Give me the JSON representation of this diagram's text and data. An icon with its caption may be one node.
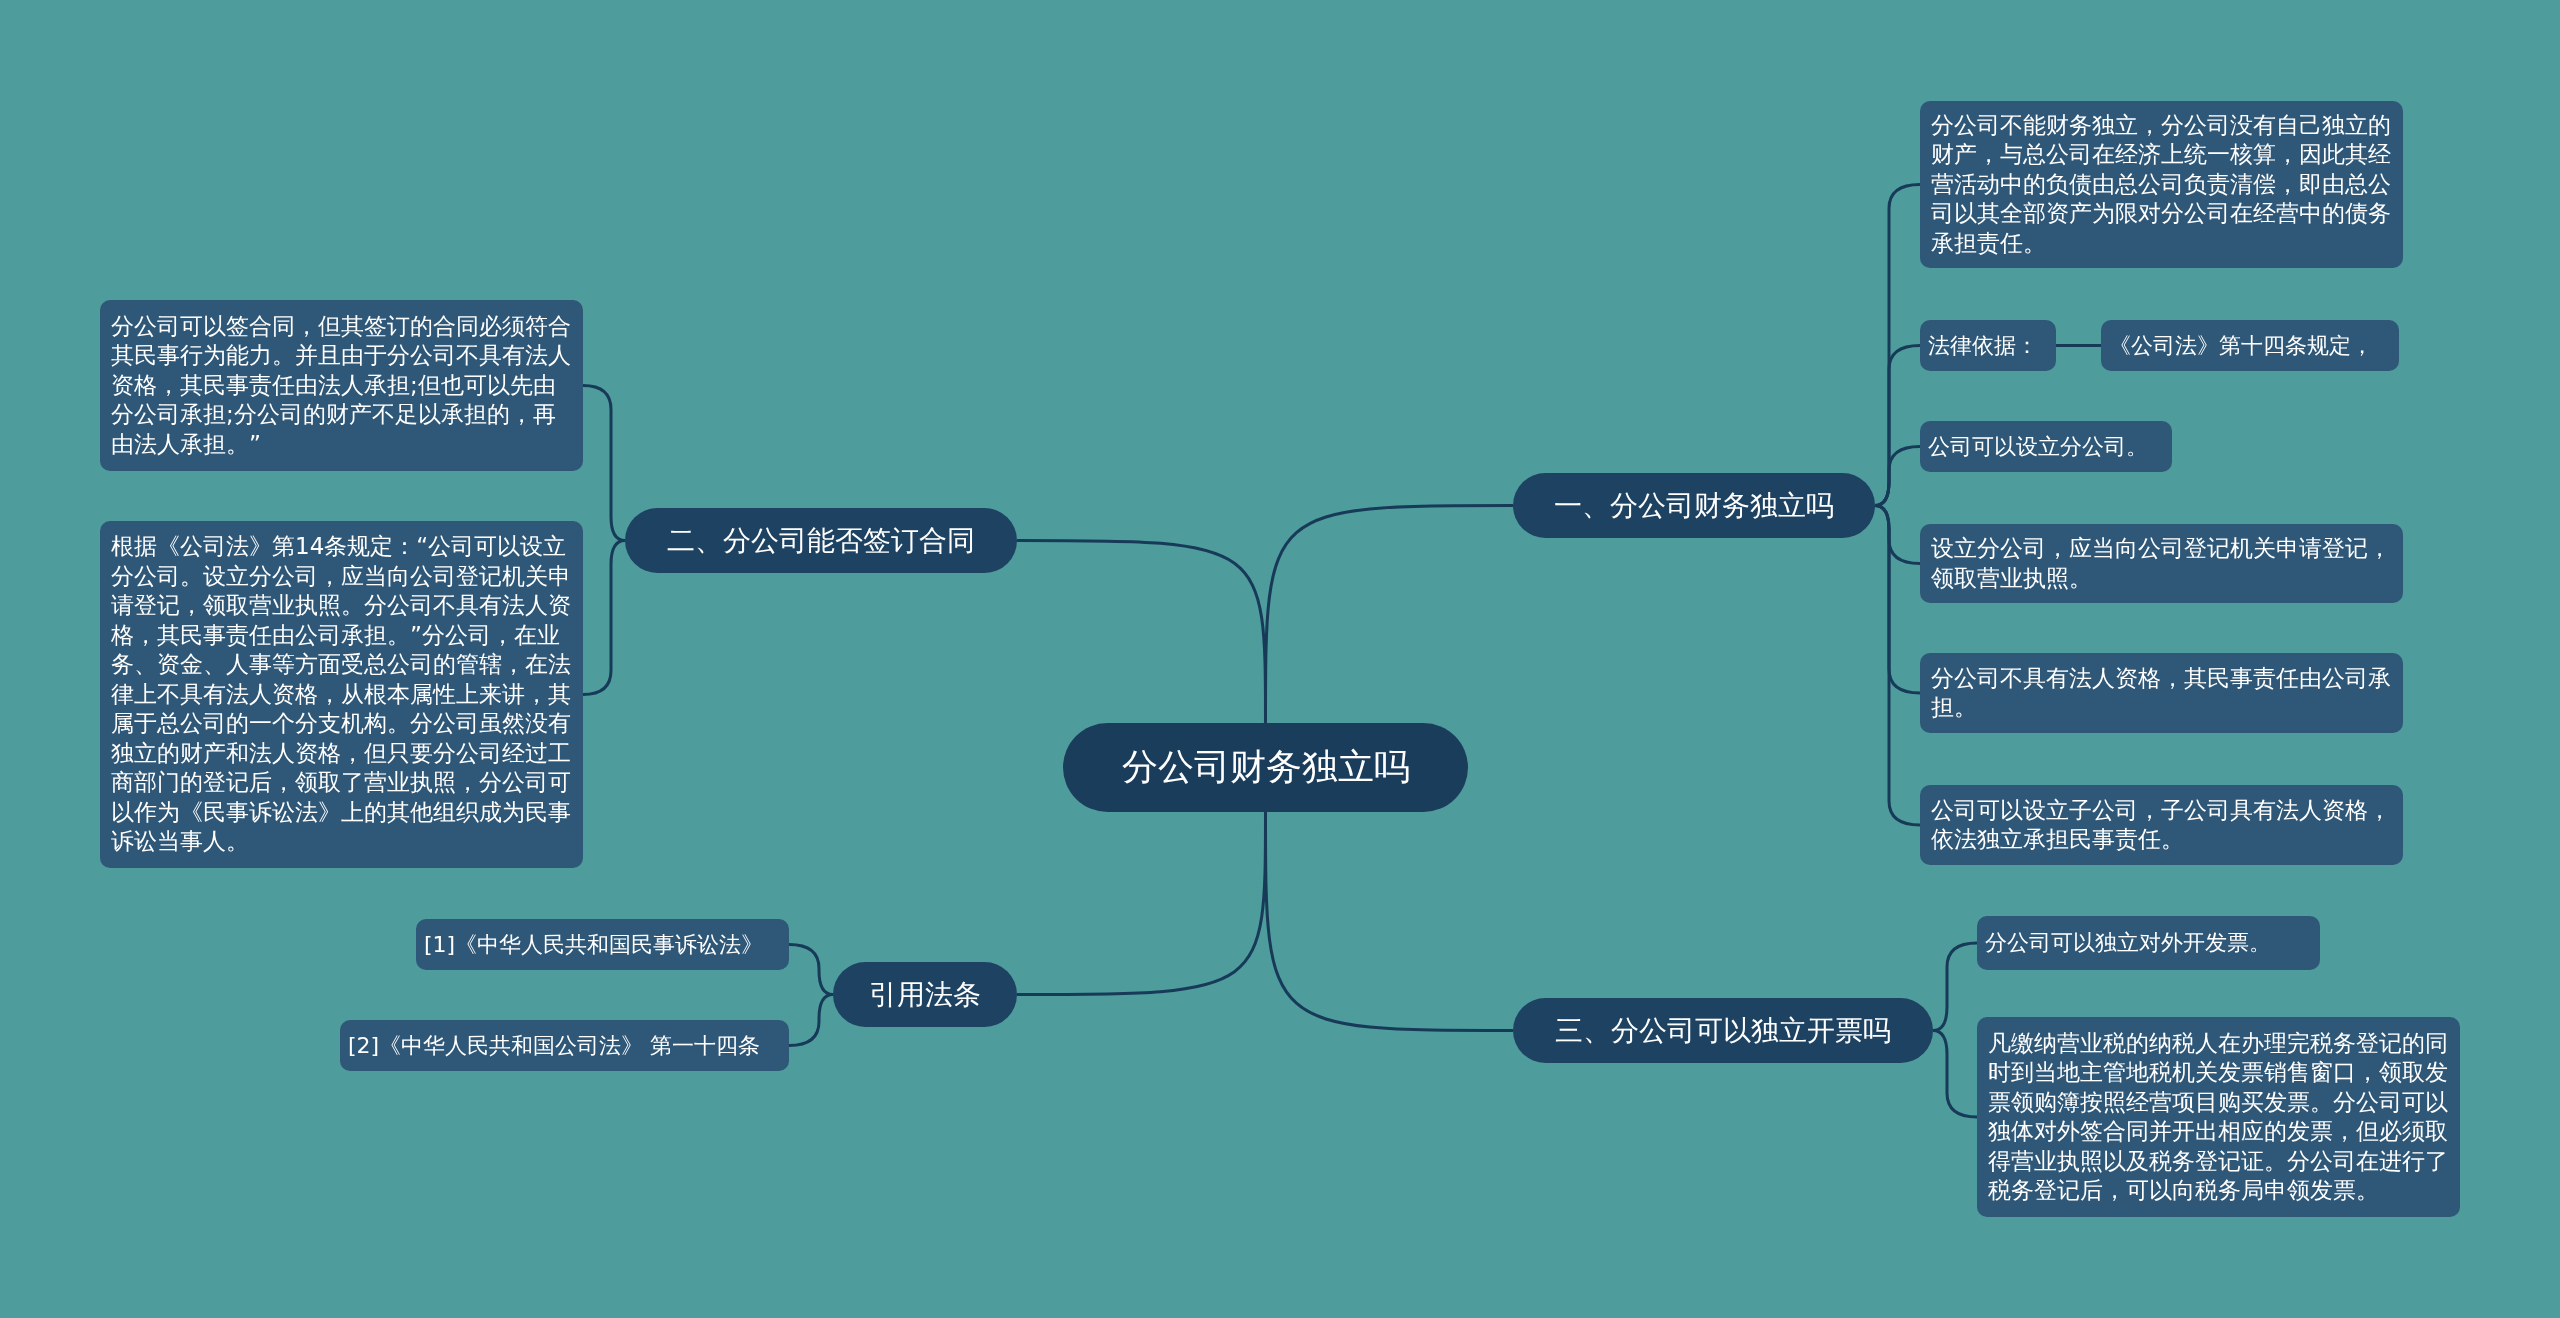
{
  "diagram": {
    "nodes": [
      {
        "text": [
          "分公司财务独立吗"
        ]
      },
      {
        "text": [
          "一、分公司财务独立吗"
        ]
      },
      {
        "text": [
          "分公司不能财务独立，分公司没有自己独立的财产，与总公司在经济上统一核算，因此其经营活动中的负债由总公司负责清偿，即由总公司以其全部资产为限对分公司在经营中的债务承担责任。"
        ]
      },
      {
        "text": [
          "法律依据："
        ]
      },
      {
        "text": [
          "《公司法》第十四条规定，"
        ]
      },
      {
        "text": [
          "公司可以设立分公司。"
        ]
      },
      {
        "text": [
          "设立分公司，应当向公司登记机关申请登记，领取营业执照。"
        ]
      },
      {
        "text": [
          "分公司不具有法人资格，其民事责任由公司承担。"
        ]
      },
      {
        "text": [
          "公司可以设立子公司，子公司具有法人资格，依法独立承担民事责任。"
        ]
      },
      {
        "text": [
          "二、分公司能否签订合同"
        ]
      },
      {
        "text": [
          "分公司可以签合同，但其签订的合同必须符合其民事行为能力。并且由于分公司不具有法人资格，其民事责任由法人承担;但也可以先由分公司承担;分公司的财产不足以承担的，再由法人承担。”"
        ]
      },
      {
        "text": [
          "根据《公司法》第14条规定：“公司可以设立分公司。设立分公司，应当向公司登记机关申请登记，领取营业执照。分公司不具有法人资格，其民事责任由公司承担。”分公司，在业务、资金、人事等方面受总公司的管辖，在法律上不具有法人资格，从根本属性上来讲，其属于总公司的一个分支机构。分公司虽然没有独立的财产和法人资格，但只要分公司经过工商部门的登记后，领取了营业执照，分公司可以作为《民事诉讼法》上的其他组织成为民事诉讼当事人。"
        ]
      },
      {
        "text": [
          "三、分公司可以独立开票吗"
        ]
      },
      {
        "text": [
          "分公司可以独立对外开发票。"
        ]
      },
      {
        "text": [
          "凡缴纳营业税的纳税人在办理完税务登记的同时到当地主管地税机关发票销售窗口，领取发票领购簿按照经营项目购买发票。分公司可以独体对外签合同并开出相应的发票，但必须取得营业执照以及税务登记证。分公司在进行了税务登记后，可以向税务局申领发票。"
        ]
      },
      {
        "text": [
          "引用法条"
        ]
      },
      {
        "text": [
          "[1]《中华人民共和国民事诉讼法》"
        ]
      },
      {
        "text": [
          "[2]《中华人民共和国公司法》 第一十四条"
        ]
      }
    ],
    "edges": [
      {
        "from": 0,
        "to": 1,
        "arrow": "none"
      },
      {
        "from": 1,
        "to": 2,
        "arrow": "none"
      },
      {
        "from": 1,
        "to": 3,
        "arrow": "none"
      },
      {
        "from": 3,
        "to": 4,
        "arrow": "none"
      },
      {
        "from": 1,
        "to": 5,
        "arrow": "none"
      },
      {
        "from": 1,
        "to": 6,
        "arrow": "none"
      },
      {
        "from": 1,
        "to": 7,
        "arrow": "none"
      },
      {
        "from": 1,
        "to": 8,
        "arrow": "none"
      },
      {
        "from": 0,
        "to": 9,
        "arrow": "none"
      },
      {
        "from": 9,
        "to": 10,
        "arrow": "none"
      },
      {
        "from": 9,
        "to": 11,
        "arrow": "none"
      },
      {
        "from": 0,
        "to": 12,
        "arrow": "none"
      },
      {
        "from": 12,
        "to": 13,
        "arrow": "none"
      },
      {
        "from": 12,
        "to": 14,
        "arrow": "none"
      },
      {
        "from": 0,
        "to": 15,
        "arrow": "none"
      },
      {
        "from": 15,
        "to": 16,
        "arrow": "none"
      },
      {
        "from": 15,
        "to": 17,
        "arrow": "none"
      }
    ]
  }
}
